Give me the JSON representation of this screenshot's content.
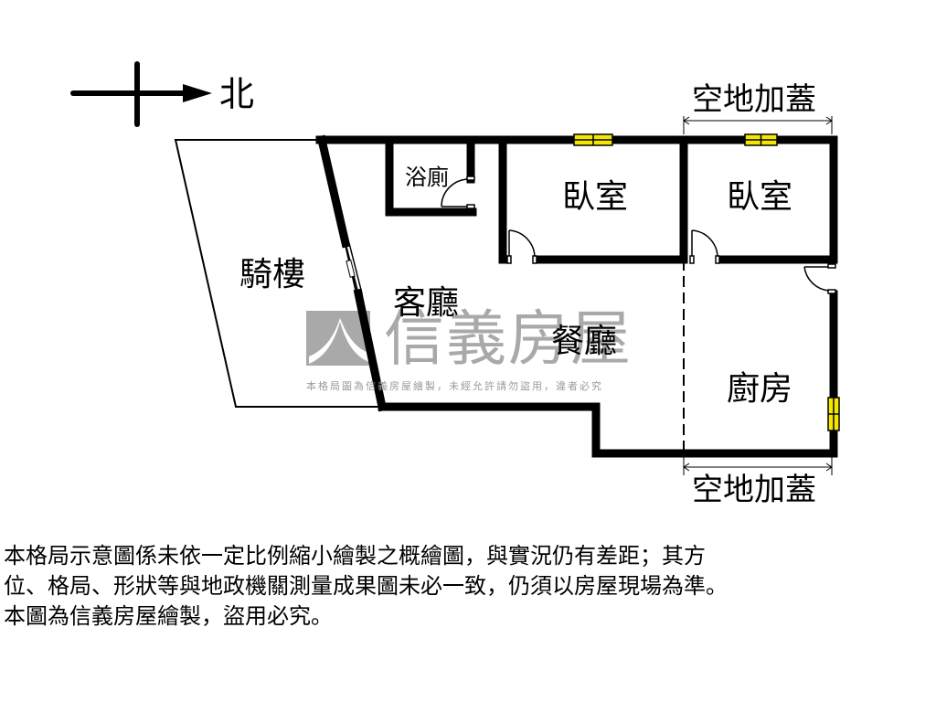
{
  "compass": {
    "direction_label": "北",
    "icon": "north-arrow-icon"
  },
  "rooms": {
    "arcade": "騎樓",
    "bathroom": "浴廁",
    "bedroom_1": "臥室",
    "bedroom_2": "臥室",
    "living_room": "客廳",
    "dining_room": "餐廳",
    "kitchen": "廚房"
  },
  "annotations": {
    "top_extension": "空地加蓋",
    "bottom_extension": "空地加蓋"
  },
  "watermark": {
    "brand": "信義房屋",
    "notice": "本格局圖為信義房屋繪製，未經允許請勿盜用，違者必究"
  },
  "colors": {
    "wall": "#000000",
    "window_fill": "#f5e600",
    "watermark": "#a9a9a9"
  },
  "disclaimer": {
    "lines": [
      "本格局示意圖係未依一定比例縮小繪製之概繪圖，與實況仍有差距；其方",
      "位、格局、形狀等與地政機關測量成果圖未必一致，仍須以房屋現場為準。",
      "本圖為信義房屋繪製，盜用必究。"
    ]
  }
}
